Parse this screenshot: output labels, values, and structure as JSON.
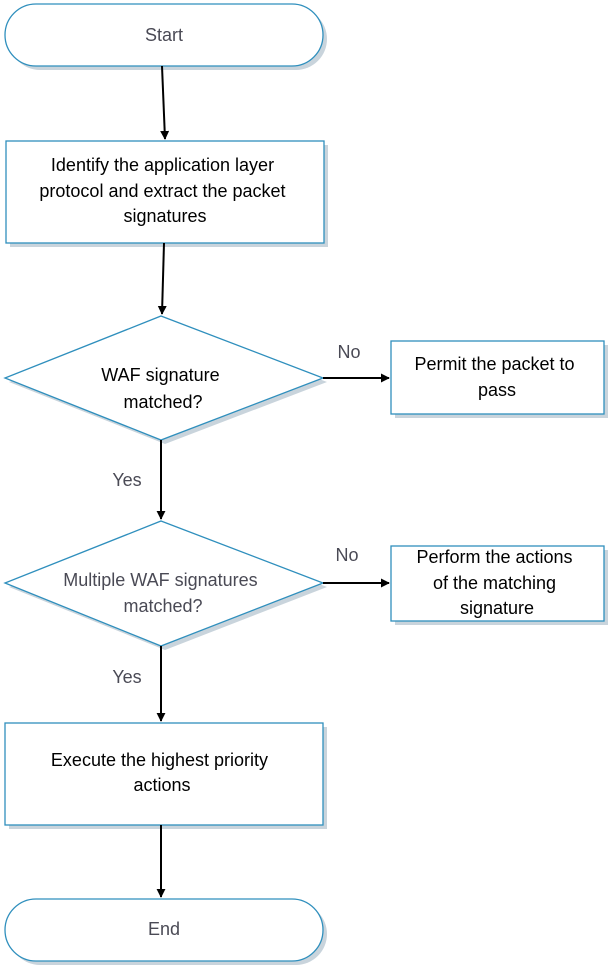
{
  "nodes": {
    "start": {
      "text": [
        "Start"
      ]
    },
    "identify": {
      "text": [
        "Identify the application layer",
        "protocol and extract the packet",
        "signatures"
      ]
    },
    "waf_match": {
      "text": [
        "WAF signature",
        "matched?"
      ]
    },
    "permit": {
      "text": [
        "Permit the packet to",
        "pass"
      ]
    },
    "multi_match": {
      "text": [
        "Multiple WAF signatures",
        "matched?"
      ]
    },
    "perform": {
      "text": [
        "Perform the actions",
        "of the matching",
        "signature"
      ]
    },
    "execute": {
      "text": [
        "Execute the highest priority",
        "actions"
      ]
    },
    "end": {
      "text": [
        "End"
      ]
    }
  },
  "edge_labels": {
    "no_1": "No",
    "yes_1": "Yes",
    "no_2": "No",
    "yes_2": "Yes"
  },
  "colors": {
    "shape_stroke": "#2f8fbd",
    "shadow": "#c9d4dc",
    "arrow": "#000000"
  }
}
